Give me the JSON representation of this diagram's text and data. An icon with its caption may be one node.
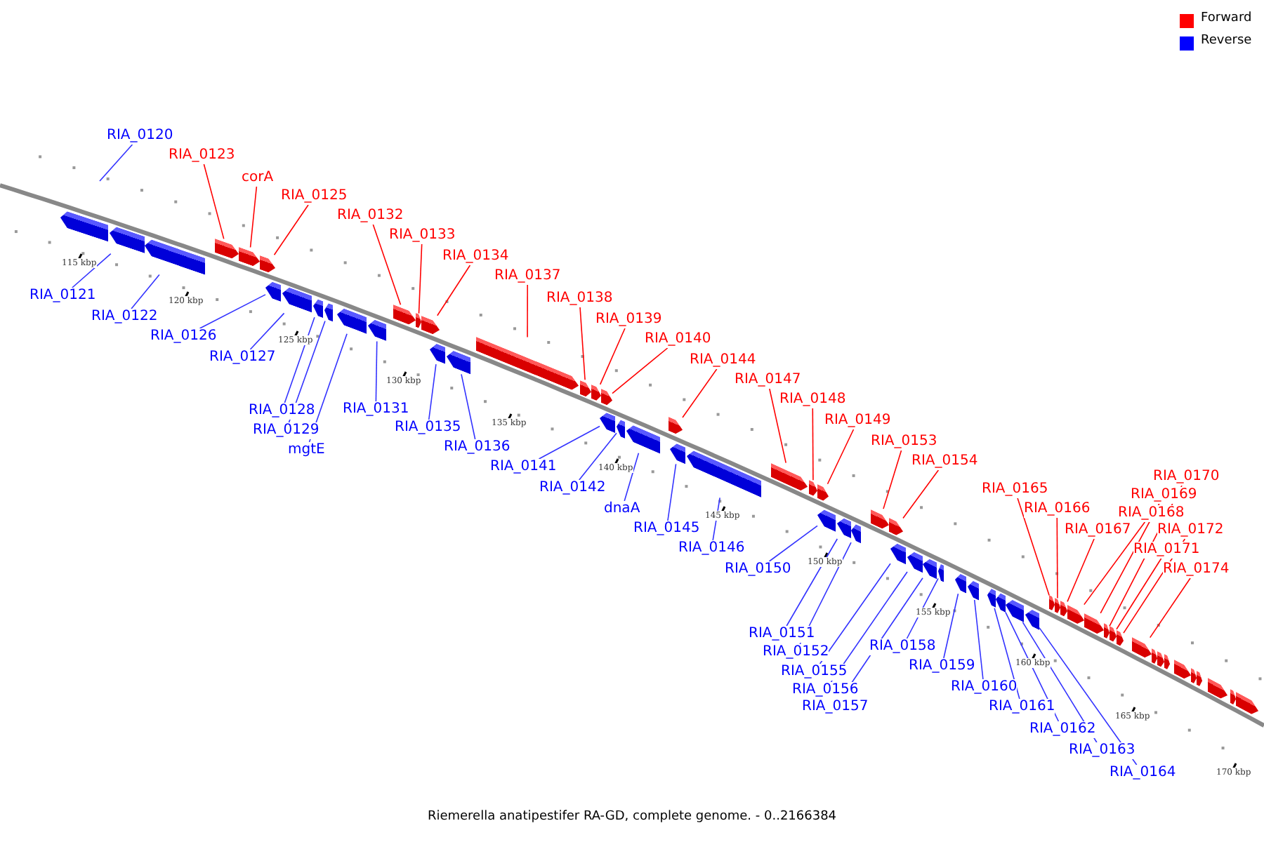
{
  "diagram": {
    "caption": "Riemerella anatipestifer RA-GD, complete genome. - 0..2166384",
    "nodes": [
      {
        "text": [
          "RIA_0120"
        ]
      },
      {
        "text": [],
        "shape": "arrow"
      },
      {
        "text": [
          "RIA_0121"
        ]
      },
      {
        "text": [],
        "shape": "arrow"
      },
      {
        "text": [
          "RIA_0122"
        ]
      },
      {
        "text": [],
        "shape": "arrow"
      },
      {
        "text": [
          "RIA_0123"
        ]
      },
      {
        "text": [],
        "shape": "arrow"
      },
      {
        "text": [
          "corA"
        ]
      },
      {
        "text": [],
        "shape": "arrow"
      },
      {
        "text": [
          "RIA_0125"
        ]
      },
      {
        "text": [],
        "shape": "arrow"
      },
      {
        "text": [
          "RIA_0126"
        ]
      },
      {
        "text": [],
        "shape": "arrow"
      },
      {
        "text": [
          "RIA_0127"
        ]
      },
      {
        "text": [],
        "shape": "arrow"
      },
      {
        "text": [
          "RIA_0128"
        ]
      },
      {
        "text": [],
        "shape": "arrow"
      },
      {
        "text": [
          "RIA_0129"
        ]
      },
      {
        "text": [],
        "shape": "arrow"
      },
      {
        "text": [
          "mgtE"
        ]
      },
      {
        "text": [],
        "shape": "arrow"
      },
      {
        "text": [
          "RIA_0131"
        ]
      },
      {
        "text": [],
        "shape": "arrow"
      },
      {
        "text": [
          "RIA_0132"
        ]
      },
      {
        "text": [],
        "shape": "arrow"
      },
      {
        "text": [
          "RIA_0133"
        ]
      },
      {
        "text": [],
        "shape": "arrow"
      },
      {
        "text": [
          "RIA_0134"
        ]
      },
      {
        "text": [],
        "shape": "arrow"
      },
      {
        "text": [
          "RIA_0135"
        ]
      },
      {
        "text": [],
        "shape": "arrow"
      },
      {
        "text": [
          "RIA_0136"
        ]
      },
      {
        "text": [],
        "shape": "arrow"
      },
      {
        "text": [
          "RIA_0137"
        ]
      },
      {
        "text": [],
        "shape": "arrow"
      },
      {
        "text": [
          "RIA_0138"
        ]
      },
      {
        "text": [],
        "shape": "arrow"
      },
      {
        "text": [
          "RIA_0139"
        ]
      },
      {
        "text": [],
        "shape": "arrow"
      },
      {
        "text": [
          "RIA_0140"
        ]
      },
      {
        "text": [],
        "shape": "arrow"
      },
      {
        "text": [
          "RIA_0141"
        ]
      },
      {
        "text": [],
        "shape": "arrow"
      },
      {
        "text": [
          "RIA_0142"
        ]
      },
      {
        "text": [],
        "shape": "arrow"
      },
      {
        "text": [
          "dnaA"
        ]
      },
      {
        "text": [],
        "shape": "arrow"
      },
      {
        "text": [
          "RIA_0144"
        ]
      },
      {
        "text": [],
        "shape": "arrow"
      },
      {
        "text": [
          "RIA_0145"
        ]
      },
      {
        "text": [],
        "shape": "arrow"
      },
      {
        "text": [
          "RIA_0146"
        ]
      },
      {
        "text": [],
        "shape": "arrow"
      },
      {
        "text": [
          "RIA_0147"
        ]
      },
      {
        "text": [],
        "shape": "arrow"
      },
      {
        "text": [
          "RIA_0148"
        ]
      },
      {
        "text": [],
        "shape": "arrow"
      },
      {
        "text": [
          "RIA_0149"
        ]
      },
      {
        "text": [],
        "shape": "arrow"
      },
      {
        "text": [
          "RIA_0150"
        ]
      },
      {
        "text": [],
        "shape": "arrow"
      },
      {
        "text": [
          "RIA_0151"
        ]
      },
      {
        "text": [],
        "shape": "arrow"
      },
      {
        "text": [
          "RIA_0152"
        ]
      },
      {
        "text": [],
        "shape": "arrow"
      },
      {
        "text": [
          "RIA_0153"
        ]
      },
      {
        "text": [],
        "shape": "arrow"
      },
      {
        "text": [
          "RIA_0154"
        ]
      },
      {
        "text": [],
        "shape": "arrow"
      },
      {
        "text": [
          "RIA_0155"
        ]
      },
      {
        "text": [],
        "shape": "arrow"
      },
      {
        "text": [
          "RIA_0156"
        ]
      },
      {
        "text": [],
        "shape": "arrow"
      },
      {
        "text": [
          "RIA_0157"
        ]
      },
      {
        "text": [],
        "shape": "arrow"
      },
      {
        "text": [
          "RIA_0158"
        ]
      },
      {
        "text": [],
        "shape": "arrow"
      },
      {
        "text": [
          "RIA_0159"
        ]
      },
      {
        "text": [],
        "shape": "arrow"
      },
      {
        "text": [
          "RIA_0160"
        ]
      },
      {
        "text": [],
        "shape": "arrow"
      },
      {
        "text": [
          "RIA_0161"
        ]
      },
      {
        "text": [],
        "shape": "arrow"
      },
      {
        "text": [
          "RIA_0162"
        ]
      },
      {
        "text": [],
        "shape": "arrow"
      },
      {
        "text": [
          "RIA_0163"
        ]
      },
      {
        "text": [],
        "shape": "arrow"
      },
      {
        "text": [
          "RIA_0164"
        ]
      },
      {
        "text": [],
        "shape": "arrow"
      },
      {
        "text": [
          "RIA_0165"
        ]
      },
      {
        "text": [],
        "shape": "arrow"
      },
      {
        "text": [
          "RIA_0166"
        ]
      },
      {
        "text": [],
        "shape": "arrow"
      },
      {
        "text": [
          "RIA_0167"
        ]
      },
      {
        "text": [],
        "shape": "arrow"
      },
      {
        "text": [
          "RIA_0168"
        ]
      },
      {
        "text": [],
        "shape": "arrow"
      },
      {
        "text": [
          "RIA_0169"
        ]
      },
      {
        "text": [],
        "shape": "arrow"
      },
      {
        "text": [
          "RIA_0170"
        ]
      },
      {
        "text": [],
        "shape": "arrow"
      },
      {
        "text": [
          "RIA_0171"
        ]
      },
      {
        "text": [],
        "shape": "arrow"
      },
      {
        "text": [
          "RIA_0172"
        ]
      },
      {
        "text": [],
        "shape": "arrow"
      },
      {
        "text": [
          "RIA_0174"
        ]
      },
      {
        "text": [],
        "shape": "arrow"
      },
      {
        "text": [],
        "shape": "arrow"
      },
      {
        "text": [],
        "shape": "arrow"
      },
      {
        "text": [],
        "shape": "arrow"
      },
      {
        "text": [],
        "shape": "arrow"
      },
      {
        "text": [],
        "shape": "arrow"
      },
      {
        "text": [],
        "shape": "arrow"
      },
      {
        "text": [],
        "shape": "arrow"
      },
      {
        "text": [],
        "shape": "arrow"
      },
      {
        "text": [],
        "shape": "arrow"
      }
    ],
    "edges": [
      {
        "from": 0,
        "to": null,
        "arrow": "none"
      },
      {
        "from": 2,
        "to": 3,
        "arrow": "none"
      },
      {
        "from": 4,
        "to": 5,
        "arrow": "none"
      },
      {
        "from": 6,
        "to": 7,
        "arrow": "none",
        "color": "#ff0000"
      },
      {
        "from": 8,
        "to": 9,
        "arrow": "none",
        "color": "#ff0000"
      },
      {
        "from": 10,
        "to": 11,
        "arrow": "none",
        "color": "#ff0000"
      },
      {
        "from": 12,
        "to": 13,
        "arrow": "none"
      },
      {
        "from": 14,
        "to": 15,
        "arrow": "none"
      },
      {
        "from": 16,
        "to": 17,
        "arrow": "none"
      },
      {
        "from": 18,
        "to": 19,
        "arrow": "none"
      },
      {
        "from": 20,
        "to": 21,
        "arrow": "none"
      },
      {
        "from": 22,
        "to": 23,
        "arrow": "none"
      },
      {
        "from": 24,
        "to": 25,
        "arrow": "none",
        "color": "#ff0000"
      },
      {
        "from": 26,
        "to": 27,
        "arrow": "none",
        "color": "#ff0000"
      },
      {
        "from": 28,
        "to": 29,
        "arrow": "none",
        "color": "#ff0000"
      },
      {
        "from": 30,
        "to": 31,
        "arrow": "none"
      },
      {
        "from": 32,
        "to": 33,
        "arrow": "none"
      },
      {
        "from": 34,
        "to": 35,
        "arrow": "none",
        "color": "#ff0000"
      },
      {
        "from": 36,
        "to": 37,
        "arrow": "none",
        "color": "#ff0000"
      },
      {
        "from": 38,
        "to": 39,
        "arrow": "none",
        "color": "#ff0000"
      },
      {
        "from": 40,
        "to": 41,
        "arrow": "none",
        "color": "#ff0000"
      },
      {
        "from": 42,
        "to": 43,
        "arrow": "none"
      },
      {
        "from": 44,
        "to": 45,
        "arrow": "none"
      },
      {
        "from": 46,
        "to": 47,
        "arrow": "none"
      },
      {
        "from": 48,
        "to": 49,
        "arrow": "none",
        "color": "#ff0000"
      },
      {
        "from": 50,
        "to": 51,
        "arrow": "none"
      },
      {
        "from": 52,
        "to": 53,
        "arrow": "none"
      },
      {
        "from": 54,
        "to": 55,
        "arrow": "none",
        "color": "#ff0000"
      },
      {
        "from": 56,
        "to": 57,
        "arrow": "none",
        "color": "#ff0000"
      },
      {
        "from": 58,
        "to": 59,
        "arrow": "none",
        "color": "#ff0000"
      },
      {
        "from": 60,
        "to": 61,
        "arrow": "none"
      },
      {
        "from": 62,
        "to": 63,
        "arrow": "none"
      },
      {
        "from": 64,
        "to": 65,
        "arrow": "none"
      },
      {
        "from": 66,
        "to": 67,
        "arrow": "none",
        "color": "#ff0000"
      },
      {
        "from": 68,
        "to": 69,
        "arrow": "none",
        "color": "#ff0000"
      },
      {
        "from": 70,
        "to": 71,
        "arrow": "none"
      },
      {
        "from": 72,
        "to": 73,
        "arrow": "none"
      },
      {
        "from": 74,
        "to": 75,
        "arrow": "none"
      },
      {
        "from": 76,
        "to": 77,
        "arrow": "none"
      },
      {
        "from": 78,
        "to": 79,
        "arrow": "none"
      },
      {
        "from": 80,
        "to": 81,
        "arrow": "none"
      },
      {
        "from": 82,
        "to": 83,
        "arrow": "none"
      },
      {
        "from": 84,
        "to": 85,
        "arrow": "none"
      },
      {
        "from": 86,
        "to": 87,
        "arrow": "none"
      },
      {
        "from": 88,
        "to": 89,
        "arrow": "none"
      },
      {
        "from": 90,
        "to": 91,
        "arrow": "none",
        "color": "#ff0000"
      },
      {
        "from": 92,
        "to": 93,
        "arrow": "none",
        "color": "#ff0000"
      },
      {
        "from": 94,
        "to": 95,
        "arrow": "none",
        "color": "#ff0000"
      },
      {
        "from": 96,
        "to": 97,
        "arrow": "none",
        "color": "#ff0000"
      },
      {
        "from": 98,
        "to": 99,
        "arrow": "none",
        "color": "#ff0000"
      },
      {
        "from": 100,
        "to": 101,
        "arrow": "none",
        "color": "#ff0000"
      },
      {
        "from": 102,
        "to": 103,
        "arrow": "none",
        "color": "#ff0000"
      },
      {
        "from": 104,
        "to": 105,
        "arrow": "none",
        "color": "#ff0000"
      },
      {
        "from": 106,
        "to": 107,
        "arrow": "none",
        "color": "#ff0000"
      }
    ],
    "labels": [
      "115 kbp",
      "120 kbp",
      "125 kbp",
      "130 kbp",
      "135 kbp",
      "140 kbp",
      "145 kbp",
      "150 kbp",
      "155 kbp",
      "160 kbp",
      "165 kbp",
      "170 kbp"
    ],
    "legend": [
      {
        "text": "Forward",
        "color": "#ff0000"
      },
      {
        "text": "Reverse",
        "color": "#0000ff"
      }
    ]
  }
}
